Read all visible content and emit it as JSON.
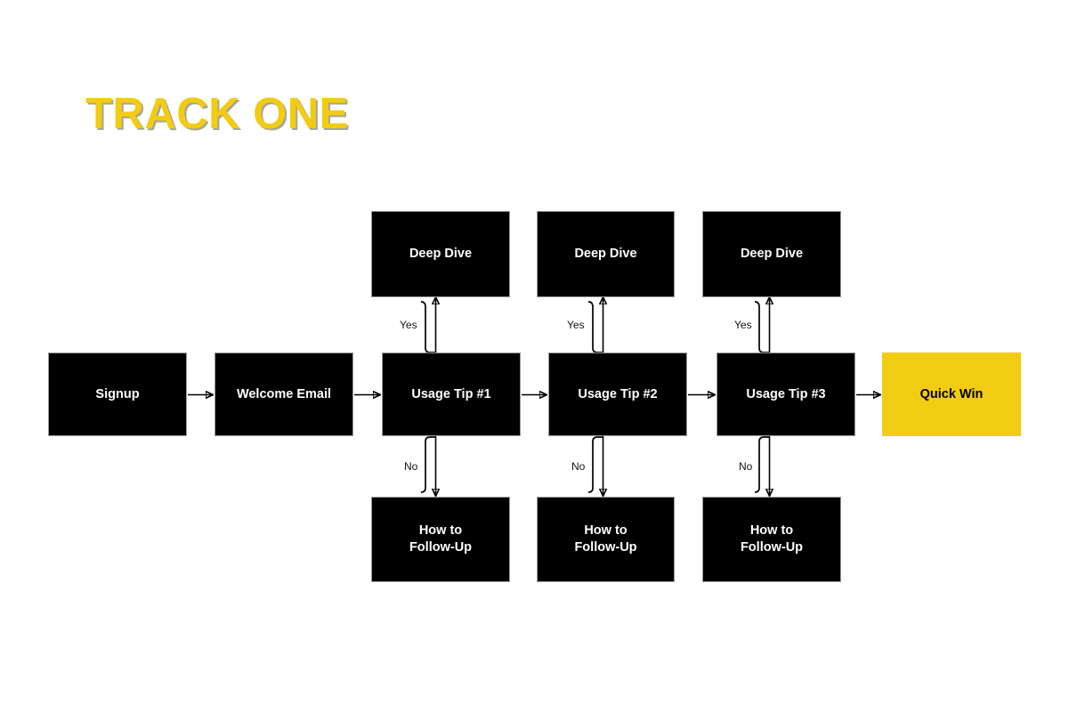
{
  "title": "TRACK ONE",
  "colors": {
    "accent": "#F2CC13",
    "node_fill": "#000000",
    "node_text": "#FFFFFF",
    "accent_text": "#000000",
    "background": "#FFFFFF",
    "connector": "#000000"
  },
  "flow": {
    "main_path": [
      {
        "id": "signup",
        "label": "Signup",
        "style": "dark"
      },
      {
        "id": "welcome-email",
        "label": "Welcome Email",
        "style": "dark"
      },
      {
        "id": "usage-tip-1",
        "label": "Usage Tip #1",
        "style": "dark"
      },
      {
        "id": "usage-tip-2",
        "label": "Usage Tip #2",
        "style": "dark"
      },
      {
        "id": "usage-tip-3",
        "label": "Usage Tip #3",
        "style": "dark"
      },
      {
        "id": "quick-win",
        "label": "Quick Win",
        "style": "accent"
      }
    ],
    "branches": [
      {
        "from": "usage-tip-1",
        "yes": {
          "label": "Yes",
          "target_label": "Deep Dive"
        },
        "no": {
          "label": "No",
          "target_label": "How to\nFollow-Up"
        }
      },
      {
        "from": "usage-tip-2",
        "yes": {
          "label": "Yes",
          "target_label": "Deep Dive"
        },
        "no": {
          "label": "No",
          "target_label": "How to\nFollow-Up"
        }
      },
      {
        "from": "usage-tip-3",
        "yes": {
          "label": "Yes",
          "target_label": "Deep Dive"
        },
        "no": {
          "label": "No",
          "target_label": "How to\nFollow-Up"
        }
      }
    ],
    "top_nodes": [
      {
        "id": "deep-dive-1",
        "label": "Deep Dive"
      },
      {
        "id": "deep-dive-2",
        "label": "Deep Dive"
      },
      {
        "id": "deep-dive-3",
        "label": "Deep Dive"
      }
    ],
    "bottom_nodes": [
      {
        "id": "follow-up-1",
        "label": "How to\nFollow-Up"
      },
      {
        "id": "follow-up-2",
        "label": "How to\nFollow-Up"
      },
      {
        "id": "follow-up-3",
        "label": "How to\nFollow-Up"
      }
    ],
    "yes_labels": [
      "Yes",
      "Yes",
      "Yes"
    ],
    "no_labels": [
      "No",
      "No",
      "No"
    ]
  }
}
